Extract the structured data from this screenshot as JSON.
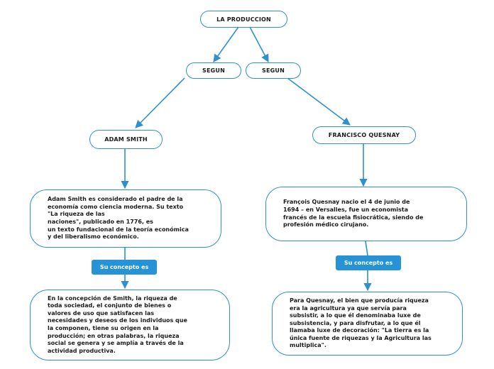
{
  "root": {
    "label": "LA PRODUCCION"
  },
  "left": {
    "connector": "SEGUN",
    "author": "ADAM SMITH",
    "bio": "Adam Smith es considerado el padre de la\neconomía como ciencia moderna. Su texto\n\"La riqueza de las\n naciones\", publicado en 1776, es\n un texto fundacional de la teoría económica\ny del liberalismo económico.",
    "concept_label": "Su concepto es",
    "concept": "En la concepción de Smith, la riqueza de\ntoda sociedad, el conjunto de bienes o\nvalores de uso que satisfacen las\nnecesidades y deseos de los individuos que\nla componen, tiene su origen en la\nproducción; en otras palabras, la riqueza\nsocial se genera y se amplía a través de la\nactividad productiva."
  },
  "right": {
    "connector": "SEGUN",
    "author": "FRANCISCO QUESNAY",
    "bio": "François Quesnay nacio el 4 de junio de\n1694 – en Versalles, fue un economista\nfrancés de la escuela fisiocrática, siendo de\nprofesión médico cirujano.",
    "concept_label": "Su concepto es",
    "concept": "Para Quesnay, el bien que producía riqueza\nera la agricultura ya que servía para\nsubsistir, a lo que él denominaba luxe de\nsubsistencia, y para disfrutar, a lo que él\nllamaba luxe de decoración: \"La tierra es la\núnica fuente de riquezas y la Agricultura las\nmultiplica\"."
  },
  "colors": {
    "line": "#2f8fcf",
    "pill": "#2693d6"
  }
}
